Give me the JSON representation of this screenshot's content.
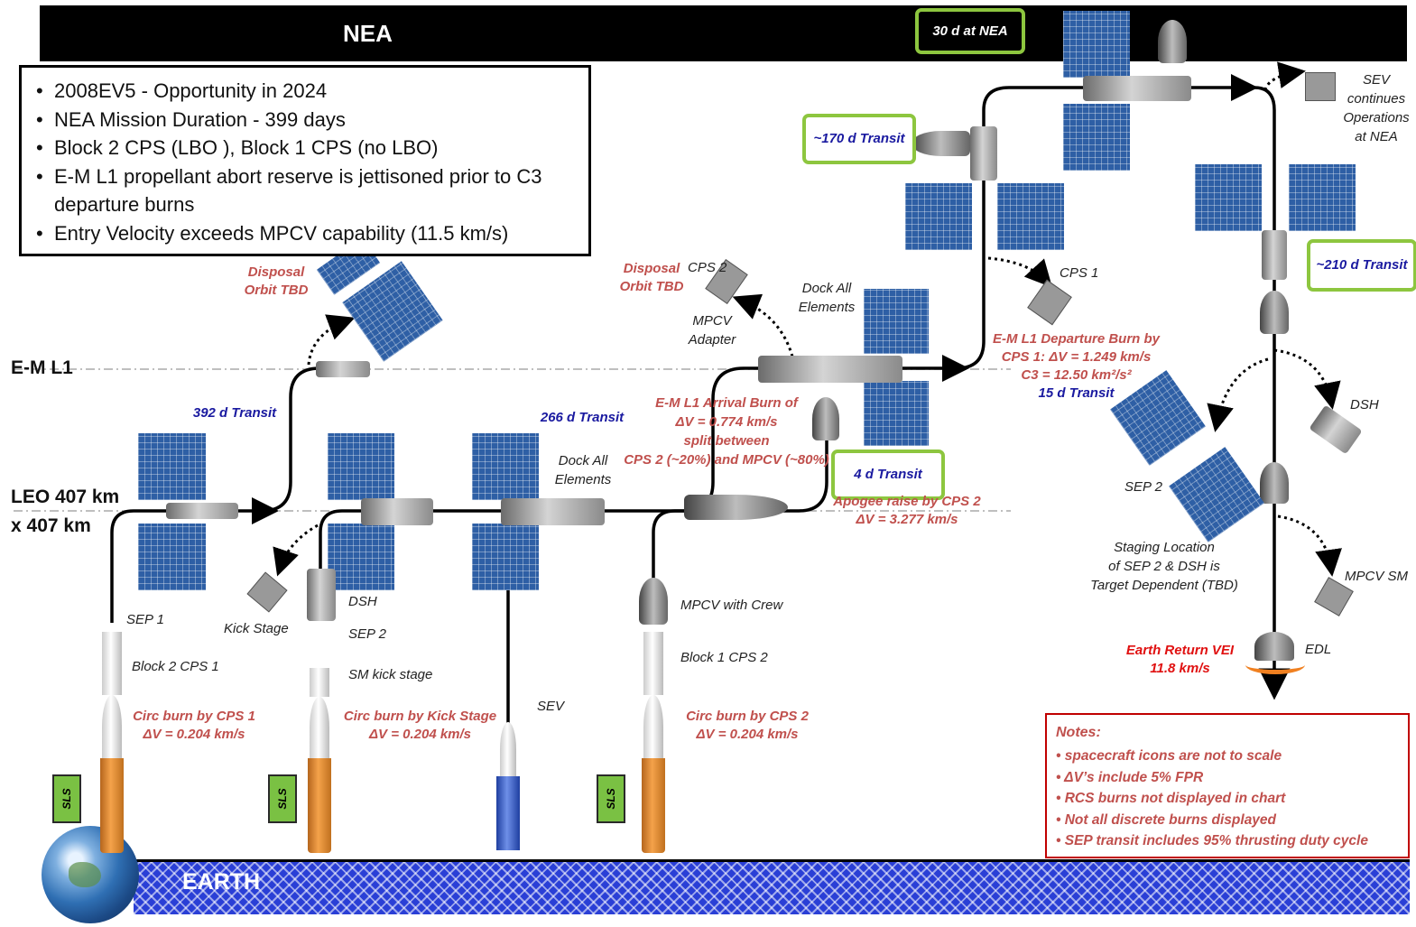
{
  "header": {
    "nea_label": "NEA"
  },
  "footer": {
    "earth_label": "EARTH"
  },
  "levels": {
    "em_l1": "E-M L1",
    "leo_line1": "LEO 407 km",
    "leo_line2": "x 407 km"
  },
  "mission_info": [
    "2008EV5 - Opportunity in 2024",
    "NEA Mission Duration - 399 days",
    "Block 2 CPS (LBO ), Block 1 CPS (no LBO)",
    "E-M L1 propellant abort reserve is jettisoned prior to C3 departure burns",
    "Entry Velocity exceeds MPCV capability (11.5 km/s)"
  ],
  "highlights": {
    "nea_stay": "30 d at NEA",
    "transit_170": "~170 d Transit",
    "transit_210": "~210 d Transit",
    "transit_4": "4 d Transit"
  },
  "transits": {
    "t392": "392 d Transit",
    "t266": "266 d Transit",
    "t15": "15 d Transit"
  },
  "burns": {
    "circ_cps1": [
      "Circ burn by CPS 1",
      "ΔV = 0.204 km/s"
    ],
    "circ_kick": [
      "Circ burn by Kick Stage",
      "ΔV = 0.204 km/s"
    ],
    "circ_cps2": [
      "Circ burn by CPS 2",
      "ΔV = 0.204 km/s"
    ],
    "arrival": [
      "E-M L1 Arrival Burn of",
      "ΔV = 0.774 km/s",
      "split between",
      "CPS 2 (~20%) and MPCV (~80%)"
    ],
    "apogee": [
      "Apogee raise by CPS 2",
      "ΔV = 3.277 km/s"
    ],
    "departure": [
      "E-M L1 Departure Burn by",
      "CPS 1: ΔV = 1.249 km/s",
      "C3 = 12.50 km²/s²"
    ],
    "disposal_left": [
      "Disposal",
      "Orbit TBD"
    ],
    "disposal_mid": [
      "Disposal",
      "Orbit TBD"
    ],
    "earth_return": [
      "Earth Return VEI",
      "11.8 km/s"
    ]
  },
  "element_labels": {
    "sep1": "SEP  1",
    "block2_cps1": "Block 2 CPS 1",
    "kick_stage": "Kick Stage",
    "dsh_launch": "DSH",
    "sep2_launch": "SEP 2",
    "sm_kick": "SM kick stage",
    "sev_launch": "SEV",
    "mpcv_crew": "MPCV with Crew",
    "block1_cps2": "Block 1 CPS 2",
    "cps2_disposal": "CPS 2",
    "mpcv_adapter": [
      "MPCV",
      "Adapter"
    ],
    "dock_all_top": [
      "Dock All",
      "Elements"
    ],
    "dock_all_bottom": [
      "Dock All",
      "Elements"
    ],
    "cps1_disposal": "CPS 1",
    "sev_continues": [
      "SEV",
      "continues",
      "Operations",
      "at NEA"
    ],
    "dsh_return": "DSH",
    "sep2_return": "SEP 2",
    "staging": [
      "Staging Location",
      "of SEP 2 & DSH is",
      "Target Dependent (TBD)"
    ],
    "mpcv_sm": "MPCV SM",
    "edl": "EDL",
    "sls": "SLS"
  },
  "notes": {
    "title": "Notes:",
    "items": [
      "spacecraft icons are not to scale",
      "ΔV’s include 5% FPR",
      "RCS burns not displayed in chart",
      "Not all discrete burns displayed",
      "SEP transit includes 95% thrusting duty cycle"
    ]
  }
}
